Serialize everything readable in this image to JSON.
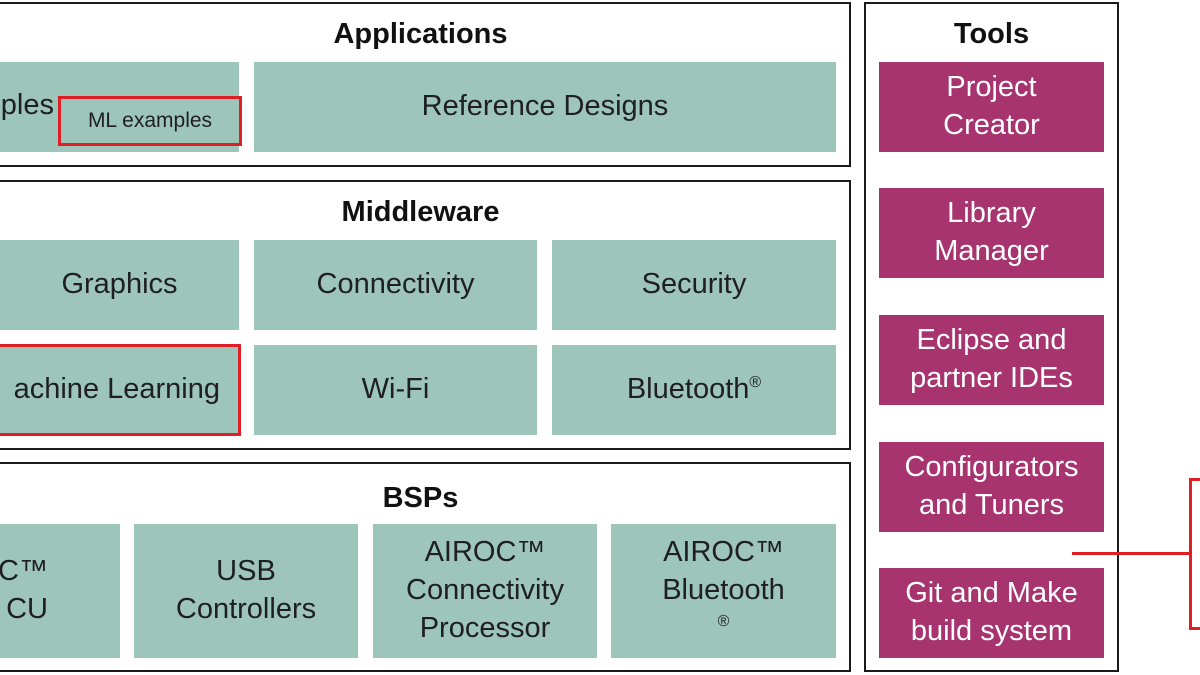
{
  "colors": {
    "teal": "#9dc5ba",
    "magenta": "#a7346f",
    "highlight": "#e01e26",
    "border": "#1a1a1a"
  },
  "applications": {
    "title": "Applications",
    "examples_partial": "ples",
    "ml_examples": "ML examples",
    "reference_designs": "Reference Designs"
  },
  "middleware": {
    "title": "Middleware",
    "graphics": "Graphics",
    "connectivity": "Connectivity",
    "security": "Security",
    "machine_learning_partial": "achine Learning",
    "wifi": "Wi-Fi",
    "bluetooth": "Bluetooth",
    "registered": "®"
  },
  "bsps": {
    "title": "BSPs",
    "partial_line1": "C™",
    "partial_line2": "CU",
    "usb_line1": "USB",
    "usb_line2": "Controllers",
    "airoc_cp_line1": "AIROC™",
    "airoc_cp_line2": "Connectivity",
    "airoc_cp_line3": "Processor",
    "airoc_bt_line1": "AIROC™",
    "airoc_bt_line2": "Bluetooth",
    "registered": "®"
  },
  "tools": {
    "title": "Tools",
    "items": [
      {
        "line1": "Project",
        "line2": "Creator"
      },
      {
        "line1": "Library",
        "line2": "Manager"
      },
      {
        "line1": "Eclipse and",
        "line2": "partner IDEs"
      },
      {
        "line1": "Configurators",
        "line2": "and Tuners"
      },
      {
        "line1": "Git and Make",
        "line2": "build system"
      }
    ]
  }
}
